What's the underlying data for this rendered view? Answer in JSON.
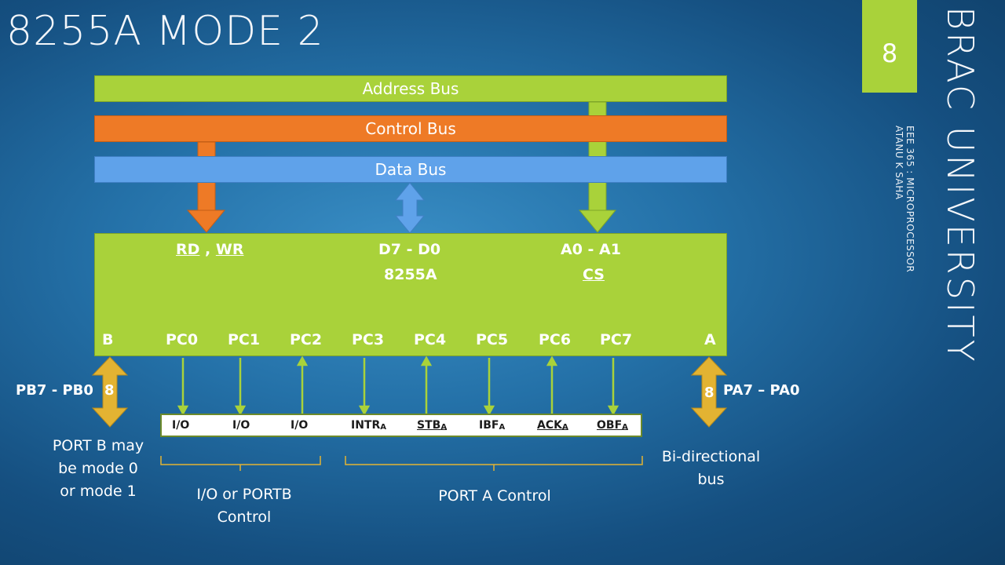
{
  "slide": {
    "title": "8255A MODE 2",
    "page_number": "8",
    "university": "BRAC UNIVERSITY",
    "course_line1": "EEE 365 : MICROPROCESSOR",
    "course_line2": "ATANU K SAHA"
  },
  "buses": {
    "address": "Address Bus",
    "control": "Control Bus",
    "data": "Data Bus"
  },
  "chip": {
    "rd": "RD",
    "comma": " , ",
    "wr": "WR",
    "data_pins": "D7 - D0",
    "name": "8255A",
    "addr_pins": "A0 - A1",
    "cs": "CS",
    "pins": [
      "B",
      "PC0",
      "PC1",
      "PC2",
      "PC3",
      "PC4",
      "PC5",
      "PC6",
      "PC7",
      "A"
    ]
  },
  "ports": {
    "pb_label": "PB7 - PB0",
    "pb_width": "8",
    "pa_label": "PA7 – PA0",
    "pa_width": "8"
  },
  "control_signals": [
    {
      "text": "I/O",
      "sub": ""
    },
    {
      "text": "I/O",
      "sub": ""
    },
    {
      "text": "I/O",
      "sub": ""
    },
    {
      "text": "INTR",
      "sub": "A"
    },
    {
      "text": "STB",
      "sub": "A"
    },
    {
      "text": "IBF",
      "sub": "A"
    },
    {
      "text": "ACK",
      "sub": "A"
    },
    {
      "text": "OBF",
      "sub": "A"
    }
  ],
  "notes": {
    "portb_mode": [
      "PORT B may",
      "be mode 0",
      "or mode 1"
    ],
    "io_control": [
      "I/O or PORTB",
      "Control"
    ],
    "porta_control": "PORT A Control",
    "bidir": [
      "Bi-directional",
      "bus"
    ]
  },
  "colors": {
    "green": "#a9d23a",
    "orange": "#ee7a26",
    "blue": "#5fa2ea",
    "gold": "#e3b332"
  }
}
